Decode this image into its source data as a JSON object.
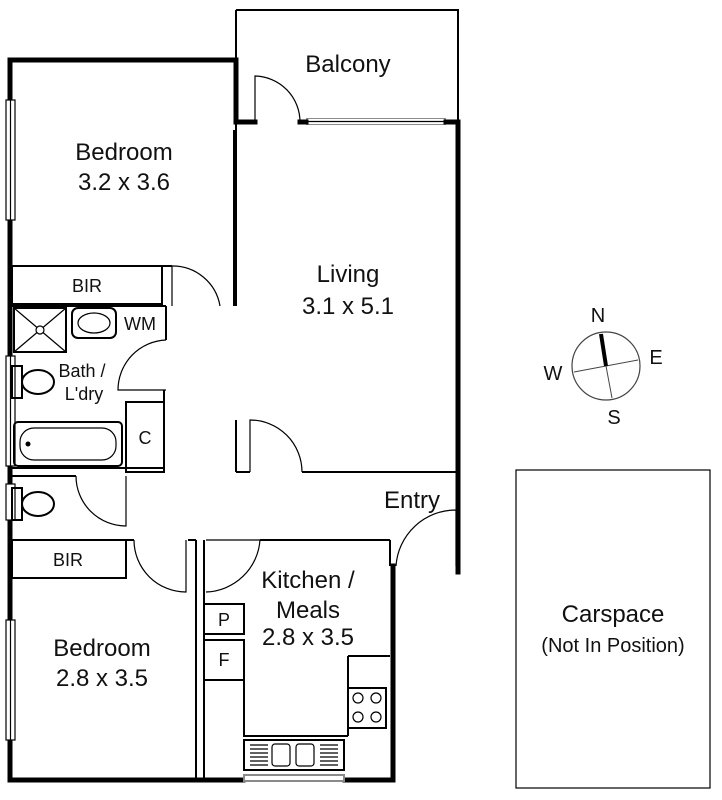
{
  "rooms": {
    "balcony": "Balcony",
    "bedroom1_name": "Bedroom",
    "bedroom1_size": "3.2 x 3.6",
    "bir1": "BIR",
    "wm": "WM",
    "bath_line1": "Bath /",
    "bath_line2": "L'dry",
    "cupboard": "C",
    "living_name": "Living",
    "living_size": "3.1 x 5.1",
    "entry": "Entry",
    "bir2": "BIR",
    "kitchen_line1": "Kitchen /",
    "kitchen_line2": "Meals",
    "kitchen_size": "2.8 x 3.5",
    "pantry": "P",
    "fridge": "F",
    "bedroom2_name": "Bedroom",
    "bedroom2_size": "2.8 x 3.5",
    "carspace": "Carspace",
    "carspace_note": "(Not In Position)"
  },
  "compass": {
    "n": "N",
    "e": "E",
    "s": "S",
    "w": "W"
  }
}
